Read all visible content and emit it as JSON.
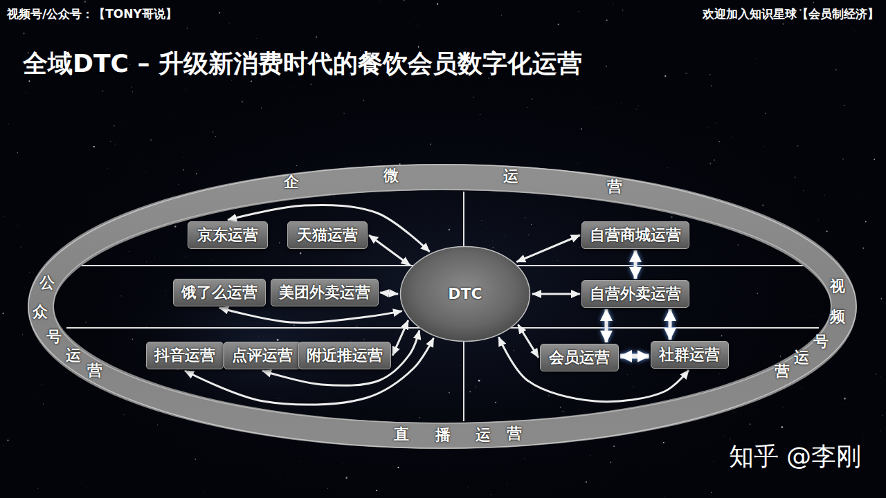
{
  "diagram": {
    "title": "全域DTC – 升级新消费时代的餐饮会员数字化运营",
    "nodes": [
      {
        "text": [
          "企微运营",
          "公众号运营",
          "视频号运营",
          "直播运营"
        ]
      },
      {
        "text": [
          "京东运营"
        ],
        "in": 0
      },
      {
        "text": [
          "天猫运营"
        ],
        "in": 0
      },
      {
        "text": [
          "自营商城运营"
        ],
        "in": 0
      },
      {
        "text": [
          "饿了么运营"
        ],
        "in": 0
      },
      {
        "text": [
          "美团外卖运营"
        ],
        "in": 0
      },
      {
        "text": [
          "DTC"
        ],
        "in": 0
      },
      {
        "text": [
          "自营外卖运营"
        ],
        "in": 0
      },
      {
        "text": [
          "抖音运营"
        ],
        "in": 0
      },
      {
        "text": [
          "点评运营"
        ],
        "in": 0
      },
      {
        "text": [
          "附近推运营"
        ],
        "in": 0
      },
      {
        "text": [
          "会员运营"
        ],
        "in": 0
      },
      {
        "text": [
          "社群运营"
        ],
        "in": 0
      }
    ],
    "edges": [
      {
        "from": 1,
        "to": 6,
        "arrow": "both"
      },
      {
        "from": 2,
        "to": 6,
        "arrow": "both"
      },
      {
        "from": 4,
        "to": 6,
        "arrow": "both"
      },
      {
        "from": 5,
        "to": 6,
        "arrow": "both"
      },
      {
        "from": 8,
        "to": 6,
        "arrow": "both"
      },
      {
        "from": 9,
        "to": 6,
        "arrow": "both"
      },
      {
        "from": 10,
        "to": 6,
        "arrow": "both"
      },
      {
        "from": 3,
        "to": 6,
        "arrow": "both"
      },
      {
        "from": 7,
        "to": 6,
        "arrow": "both"
      },
      {
        "from": 3,
        "to": 7,
        "arrow": "both"
      },
      {
        "from": 7,
        "to": 11,
        "arrow": "both"
      },
      {
        "from": 7,
        "to": 12,
        "arrow": "both"
      },
      {
        "from": 11,
        "to": 12,
        "arrow": "both"
      },
      {
        "from": 11,
        "to": 6,
        "arrow": "both"
      },
      {
        "from": 12,
        "to": 6,
        "arrow": "both"
      }
    ],
    "labels": [
      "视频号/公众号：【TONY哥说】",
      "欢迎加入知识星球【会员制经济】",
      "知乎 @李刚"
    ]
  }
}
